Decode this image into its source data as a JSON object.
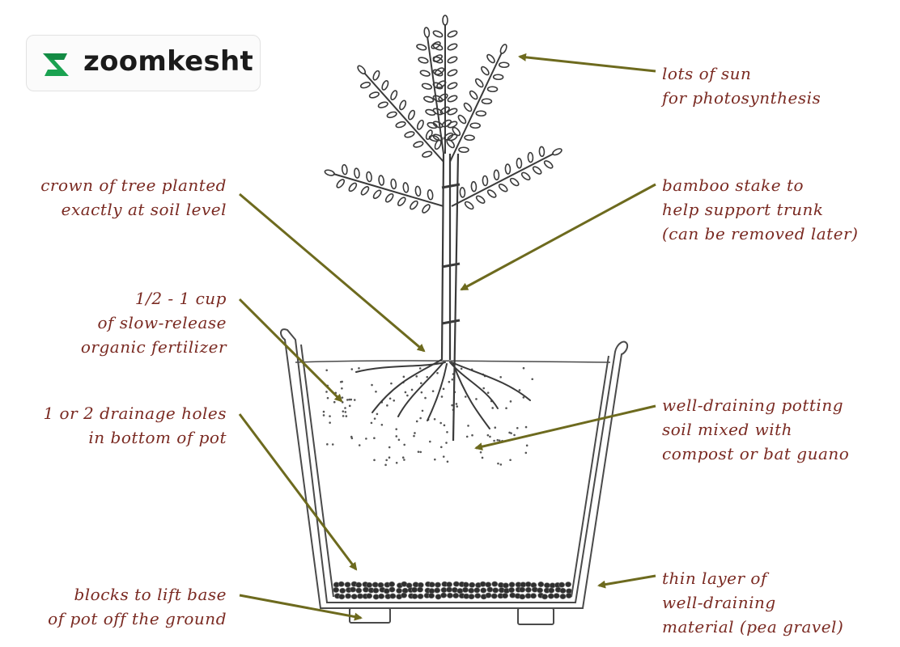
{
  "brand": {
    "name": "zoomkesht",
    "accent": "#1aa251"
  },
  "colors": {
    "label": "#7a2a22",
    "arrow": "#6d6a1e",
    "ink": "#4a4a4a"
  },
  "labels": {
    "sun": [
      "lots of sun",
      "for photosynthesis"
    ],
    "crown": [
      "crown of tree planted",
      "exactly at soil level"
    ],
    "stake": [
      "bamboo stake to",
      "help support trunk",
      "(can be removed later)"
    ],
    "fertilizer": [
      "1/2 - 1 cup",
      "of slow-release",
      "organic fertilizer"
    ],
    "soil": [
      "well-draining potting",
      "soil mixed with",
      "compost or bat guano"
    ],
    "holes": [
      "1 or 2 drainage holes",
      "in bottom of pot"
    ],
    "blocks": [
      "blocks to lift base",
      "of pot off the ground"
    ],
    "gravel": [
      "thin layer of",
      "well-draining",
      "material (pea gravel)"
    ]
  }
}
